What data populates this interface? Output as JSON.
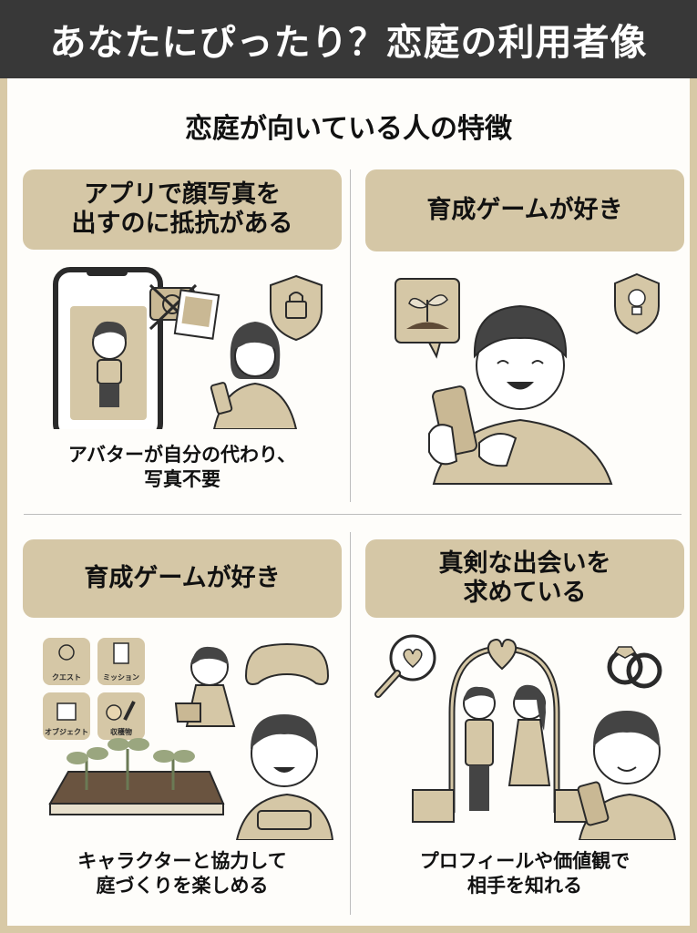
{
  "header": {
    "title": "あなたにぴったり？恋庭の利用者像"
  },
  "section": {
    "subtitle": "恋庭が向いている人の特徴"
  },
  "colors": {
    "title_bar": "#383838",
    "accent_beige": "#d5c7a6",
    "frame": "#d8c9a6",
    "panel": "#fefdfa",
    "ink": "#2a2a2a"
  },
  "cards": [
    {
      "heading": "アプリで顔写真を\n出すのに抵抗がある",
      "caption": "アバターが自分の代わり、\n写真不要",
      "icons": [
        "smartphone-avatar-icon",
        "no-camera-icon",
        "photo-icon",
        "shield-lock-icon",
        "woman-with-phone-icon"
      ]
    },
    {
      "heading": "育成ゲームが好き",
      "caption": "",
      "icons": [
        "sprout-speech-bubble-icon",
        "shield-lightbulb-icon",
        "man-with-phone-icon"
      ]
    },
    {
      "heading": "育成ゲームが好き",
      "caption": "キャラクターと協力して\n庭づくりを楽しめる",
      "badges": [
        {
          "label": "クエスト",
          "icon": "medal-icon"
        },
        {
          "label": "ミッション",
          "icon": "clipboard-icon"
        },
        {
          "label": "オブジェクト",
          "icon": "object-icon"
        },
        {
          "label": "収穫物",
          "icon": "harvest-icon"
        }
      ],
      "icons": [
        "gamepad-icon",
        "girl-watering-icon",
        "garden-bed-icon",
        "boy-playing-icon"
      ]
    },
    {
      "heading": "真剣な出会いを\n求めている",
      "caption": "プロフィールや価値観で\n相手を知れる",
      "icons": [
        "magnifier-heart-icon",
        "heart-arch-icon",
        "couple-icon",
        "rings-icon",
        "man-with-phone-icon"
      ]
    }
  ]
}
